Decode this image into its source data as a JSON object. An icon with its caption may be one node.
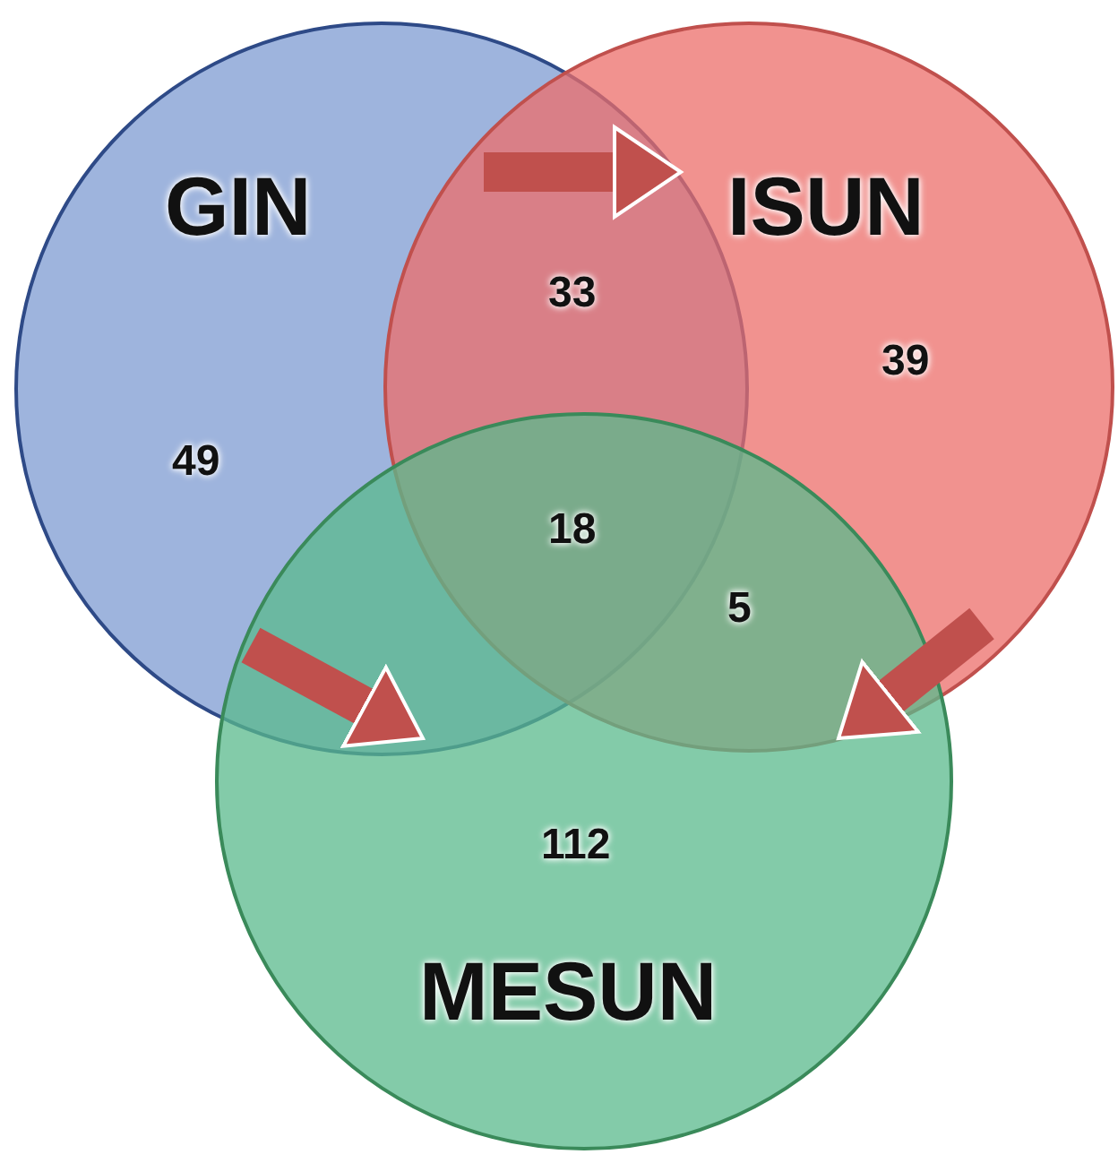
{
  "diagram": {
    "nodes": [
      {
        "text": [
          "GIN",
          "49"
        ]
      },
      {
        "text": [
          "ISUN",
          "39"
        ]
      },
      {
        "text": [
          "112",
          "MESUN"
        ]
      }
    ],
    "edges": [
      {
        "from": 0,
        "to": 1,
        "arrow": "to"
      },
      {
        "from": 0,
        "to": 2,
        "arrow": "to"
      },
      {
        "from": 1,
        "to": 2,
        "arrow": "to"
      }
    ],
    "labels": [
      "33",
      "18",
      "5"
    ]
  }
}
